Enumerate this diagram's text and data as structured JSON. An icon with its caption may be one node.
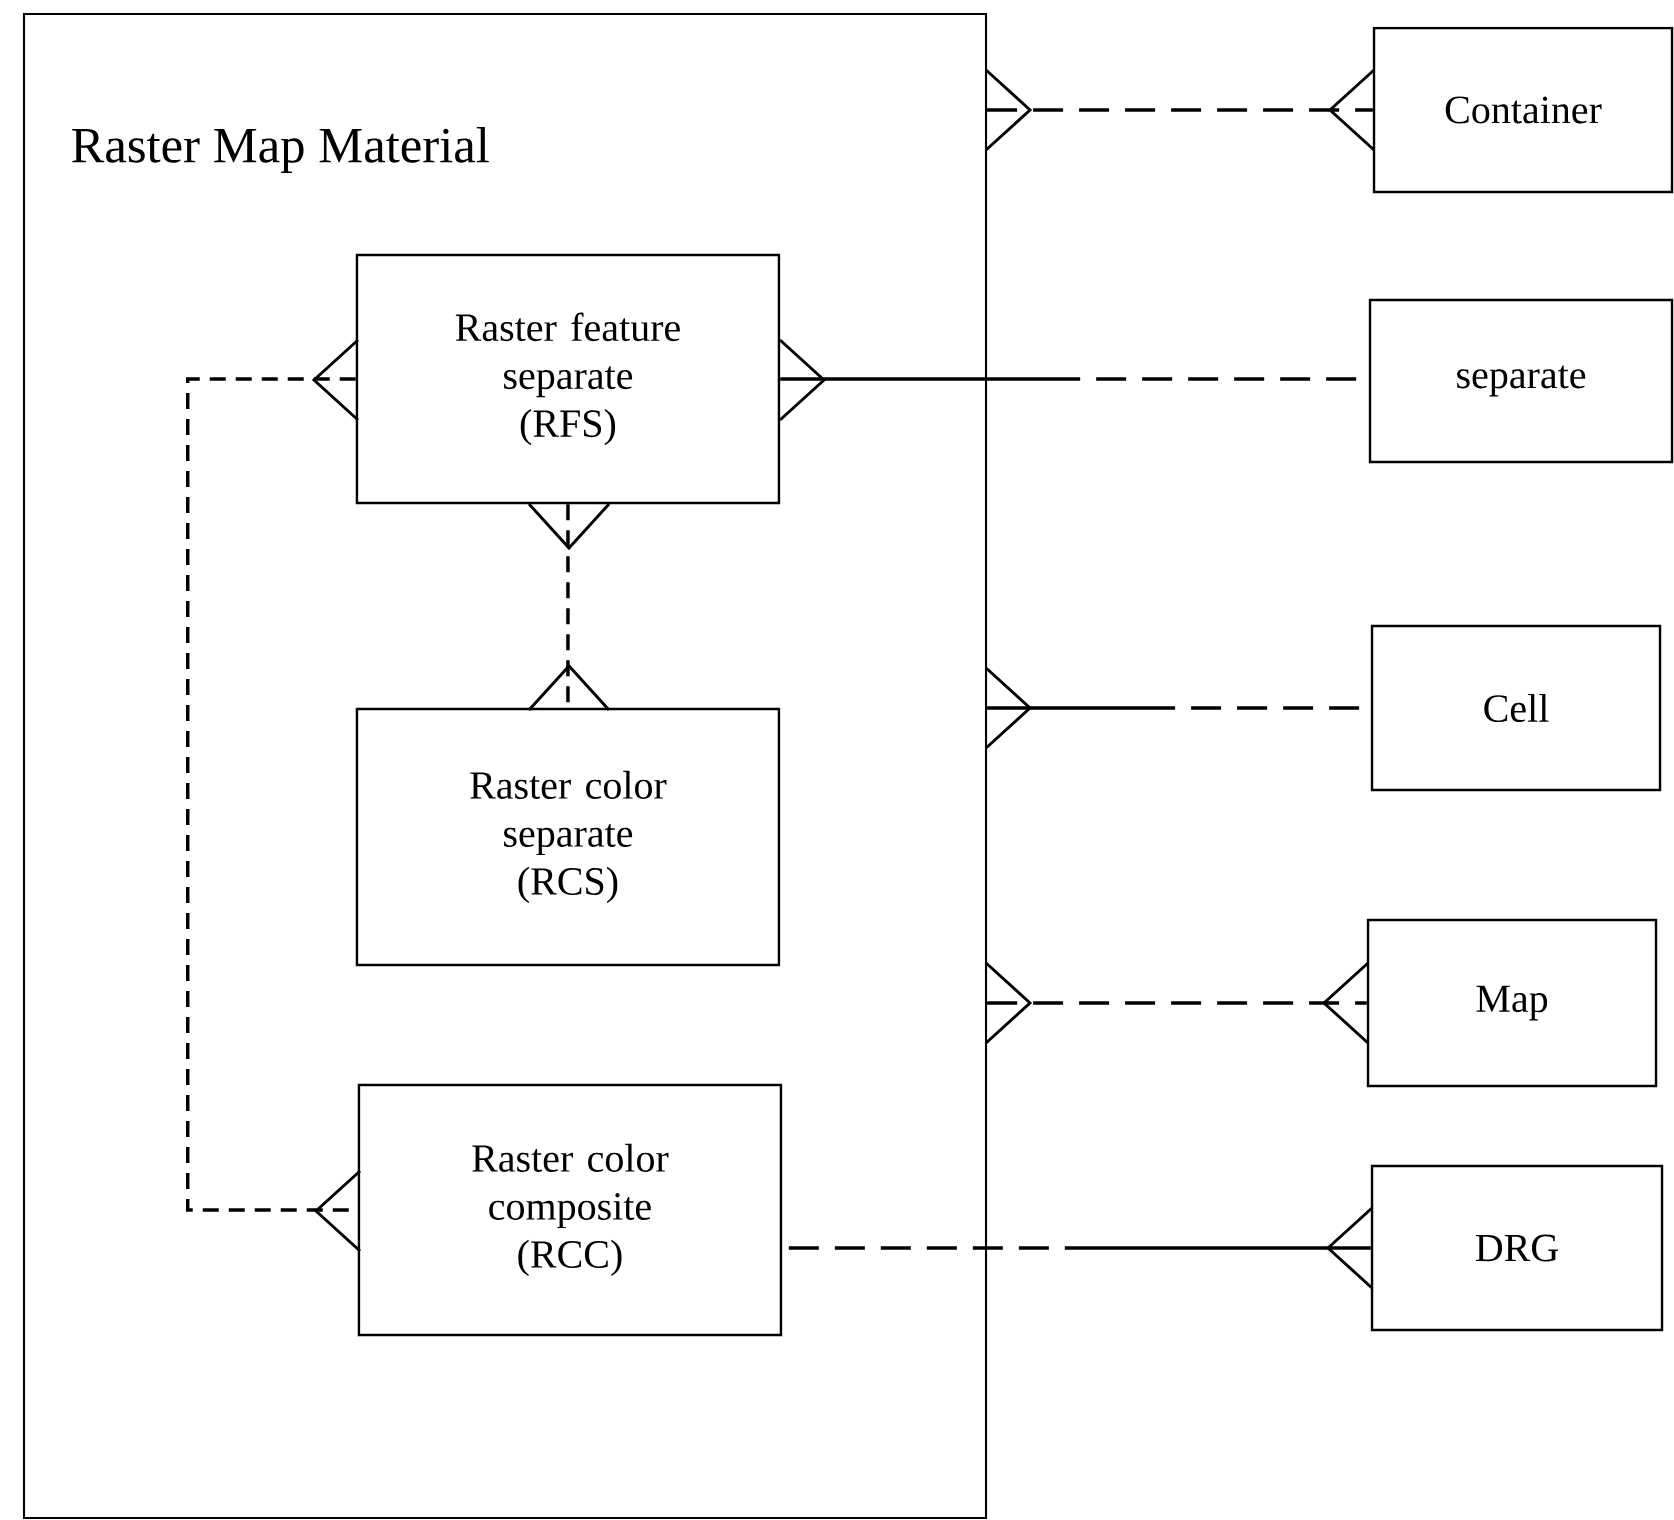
{
  "diagram": {
    "nodes": [
      {
        "text": [
          "Raster Map Material"
        ]
      },
      {
        "text": [
          "Raster feature separate (RFS)"
        ],
        "in": 0
      },
      {
        "text": [
          "Raster color separate (RCS)"
        ],
        "in": 0
      },
      {
        "text": [
          "Raster color composite (RCC)"
        ],
        "in": 0
      },
      {
        "text": [
          "Container"
        ]
      },
      {
        "text": [
          "separate"
        ]
      },
      {
        "text": [
          "Cell"
        ]
      },
      {
        "text": [
          "Map"
        ]
      },
      {
        "text": [
          "DRG"
        ]
      }
    ],
    "edges": [
      {
        "from": 0,
        "to": 4,
        "arrow": "other",
        "style": "dashed"
      },
      {
        "from": 1,
        "to": 5,
        "arrow": "other"
      },
      {
        "from": 0,
        "to": 6,
        "arrow": "other"
      },
      {
        "from": 0,
        "to": 7,
        "arrow": "other",
        "style": "dashed"
      },
      {
        "from": 8,
        "to": 3,
        "arrow": "other"
      },
      {
        "from": 1,
        "to": 2,
        "arrow": "other",
        "style": "dashed"
      },
      {
        "from": 1,
        "to": 3,
        "arrow": "other",
        "style": "dashed"
      }
    ]
  }
}
